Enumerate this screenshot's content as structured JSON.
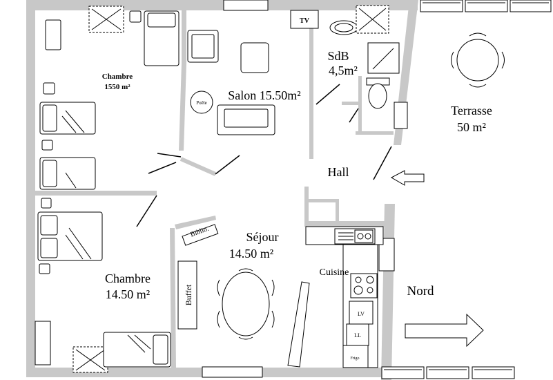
{
  "rooms": {
    "chambre_top": {
      "name": "Chambre",
      "area": "1550 m²"
    },
    "salon": {
      "label": "Salon 15.50m²"
    },
    "sdb": {
      "name": "SdB",
      "area": "4,5m²"
    },
    "terrasse": {
      "name": "Terrasse",
      "area": "50 m²"
    },
    "hall": {
      "name": "Hall"
    },
    "sejour": {
      "name": "Séjour",
      "area": "14.50 m²"
    },
    "chambre_bottom": {
      "name": "Chambre",
      "area": "14.50 m²"
    },
    "cuisine": {
      "name": "Cuisine"
    }
  },
  "furniture": {
    "tv": "TV",
    "poele": "Poêle",
    "biblio": "Biblio.",
    "buffet": "Buffet",
    "lv": "LV",
    "ll": "LL",
    "frigo": "Frigo"
  },
  "orientation": {
    "nord": "Nord"
  }
}
